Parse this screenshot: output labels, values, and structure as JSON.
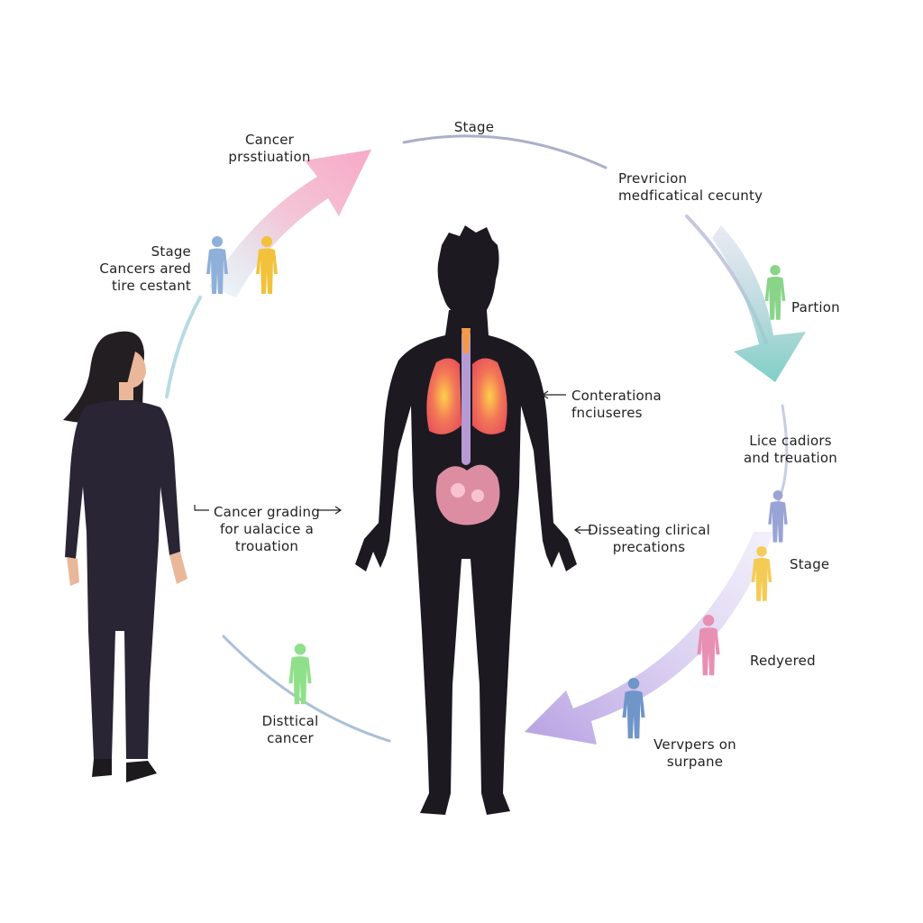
{
  "colors": {
    "silhouette": "#1c1a20",
    "woman_suit": "#2a2535",
    "skin": "#e9b89a",
    "hair": "#231e22",
    "lungs": "#f06a55",
    "lung_highlight": "#ffc94a",
    "organs": "#f39ab0",
    "spine": "#c8a8e8",
    "arrow_pink": "#f7b6cf",
    "arrow_teal": "#8fd3cc",
    "arrow_purple": "#b9a3e0",
    "arc_gray": "#a8aec8"
  },
  "labels": {
    "top_stage": "Stage",
    "cancer_prostitution": [
      "Cancer",
      "prsstiuation"
    ],
    "stage_cancers": [
      "Stage",
      "Cancers ared",
      "tire cestant"
    ],
    "prevision": [
      "Prevricion",
      "medficatical cecunty"
    ],
    "partion": "Partion",
    "contorationa": [
      "Conterationa",
      "fnciuseres"
    ],
    "lice_cadiors": [
      "Lice cadiors",
      "and treuation"
    ],
    "cancer_grading": [
      "Cancer grading",
      "for ualacice a",
      "trouation"
    ],
    "disseating": [
      "Disseating clirical",
      "precations"
    ],
    "stage_right": "Stage",
    "redyered": "Redyered",
    "distical": [
      "Disttical",
      "cancer"
    ],
    "verypers": [
      "Vervpers on",
      "surpane"
    ]
  },
  "figures": [
    {
      "name": "figure-blue-top-left",
      "color": "#8fb0d8"
    },
    {
      "name": "figure-yellow-top-left",
      "color": "#f2c23a"
    },
    {
      "name": "figure-green-top-right",
      "color": "#8ad48a"
    },
    {
      "name": "figure-lilac-right",
      "color": "#9aa3d6"
    },
    {
      "name": "figure-yellow-right",
      "color": "#f4cc55"
    },
    {
      "name": "figure-pink-right",
      "color": "#e88fb4"
    },
    {
      "name": "figure-blue-bottom-right",
      "color": "#6f95c9"
    },
    {
      "name": "figure-green-bottom-left",
      "color": "#8fe08a"
    }
  ]
}
